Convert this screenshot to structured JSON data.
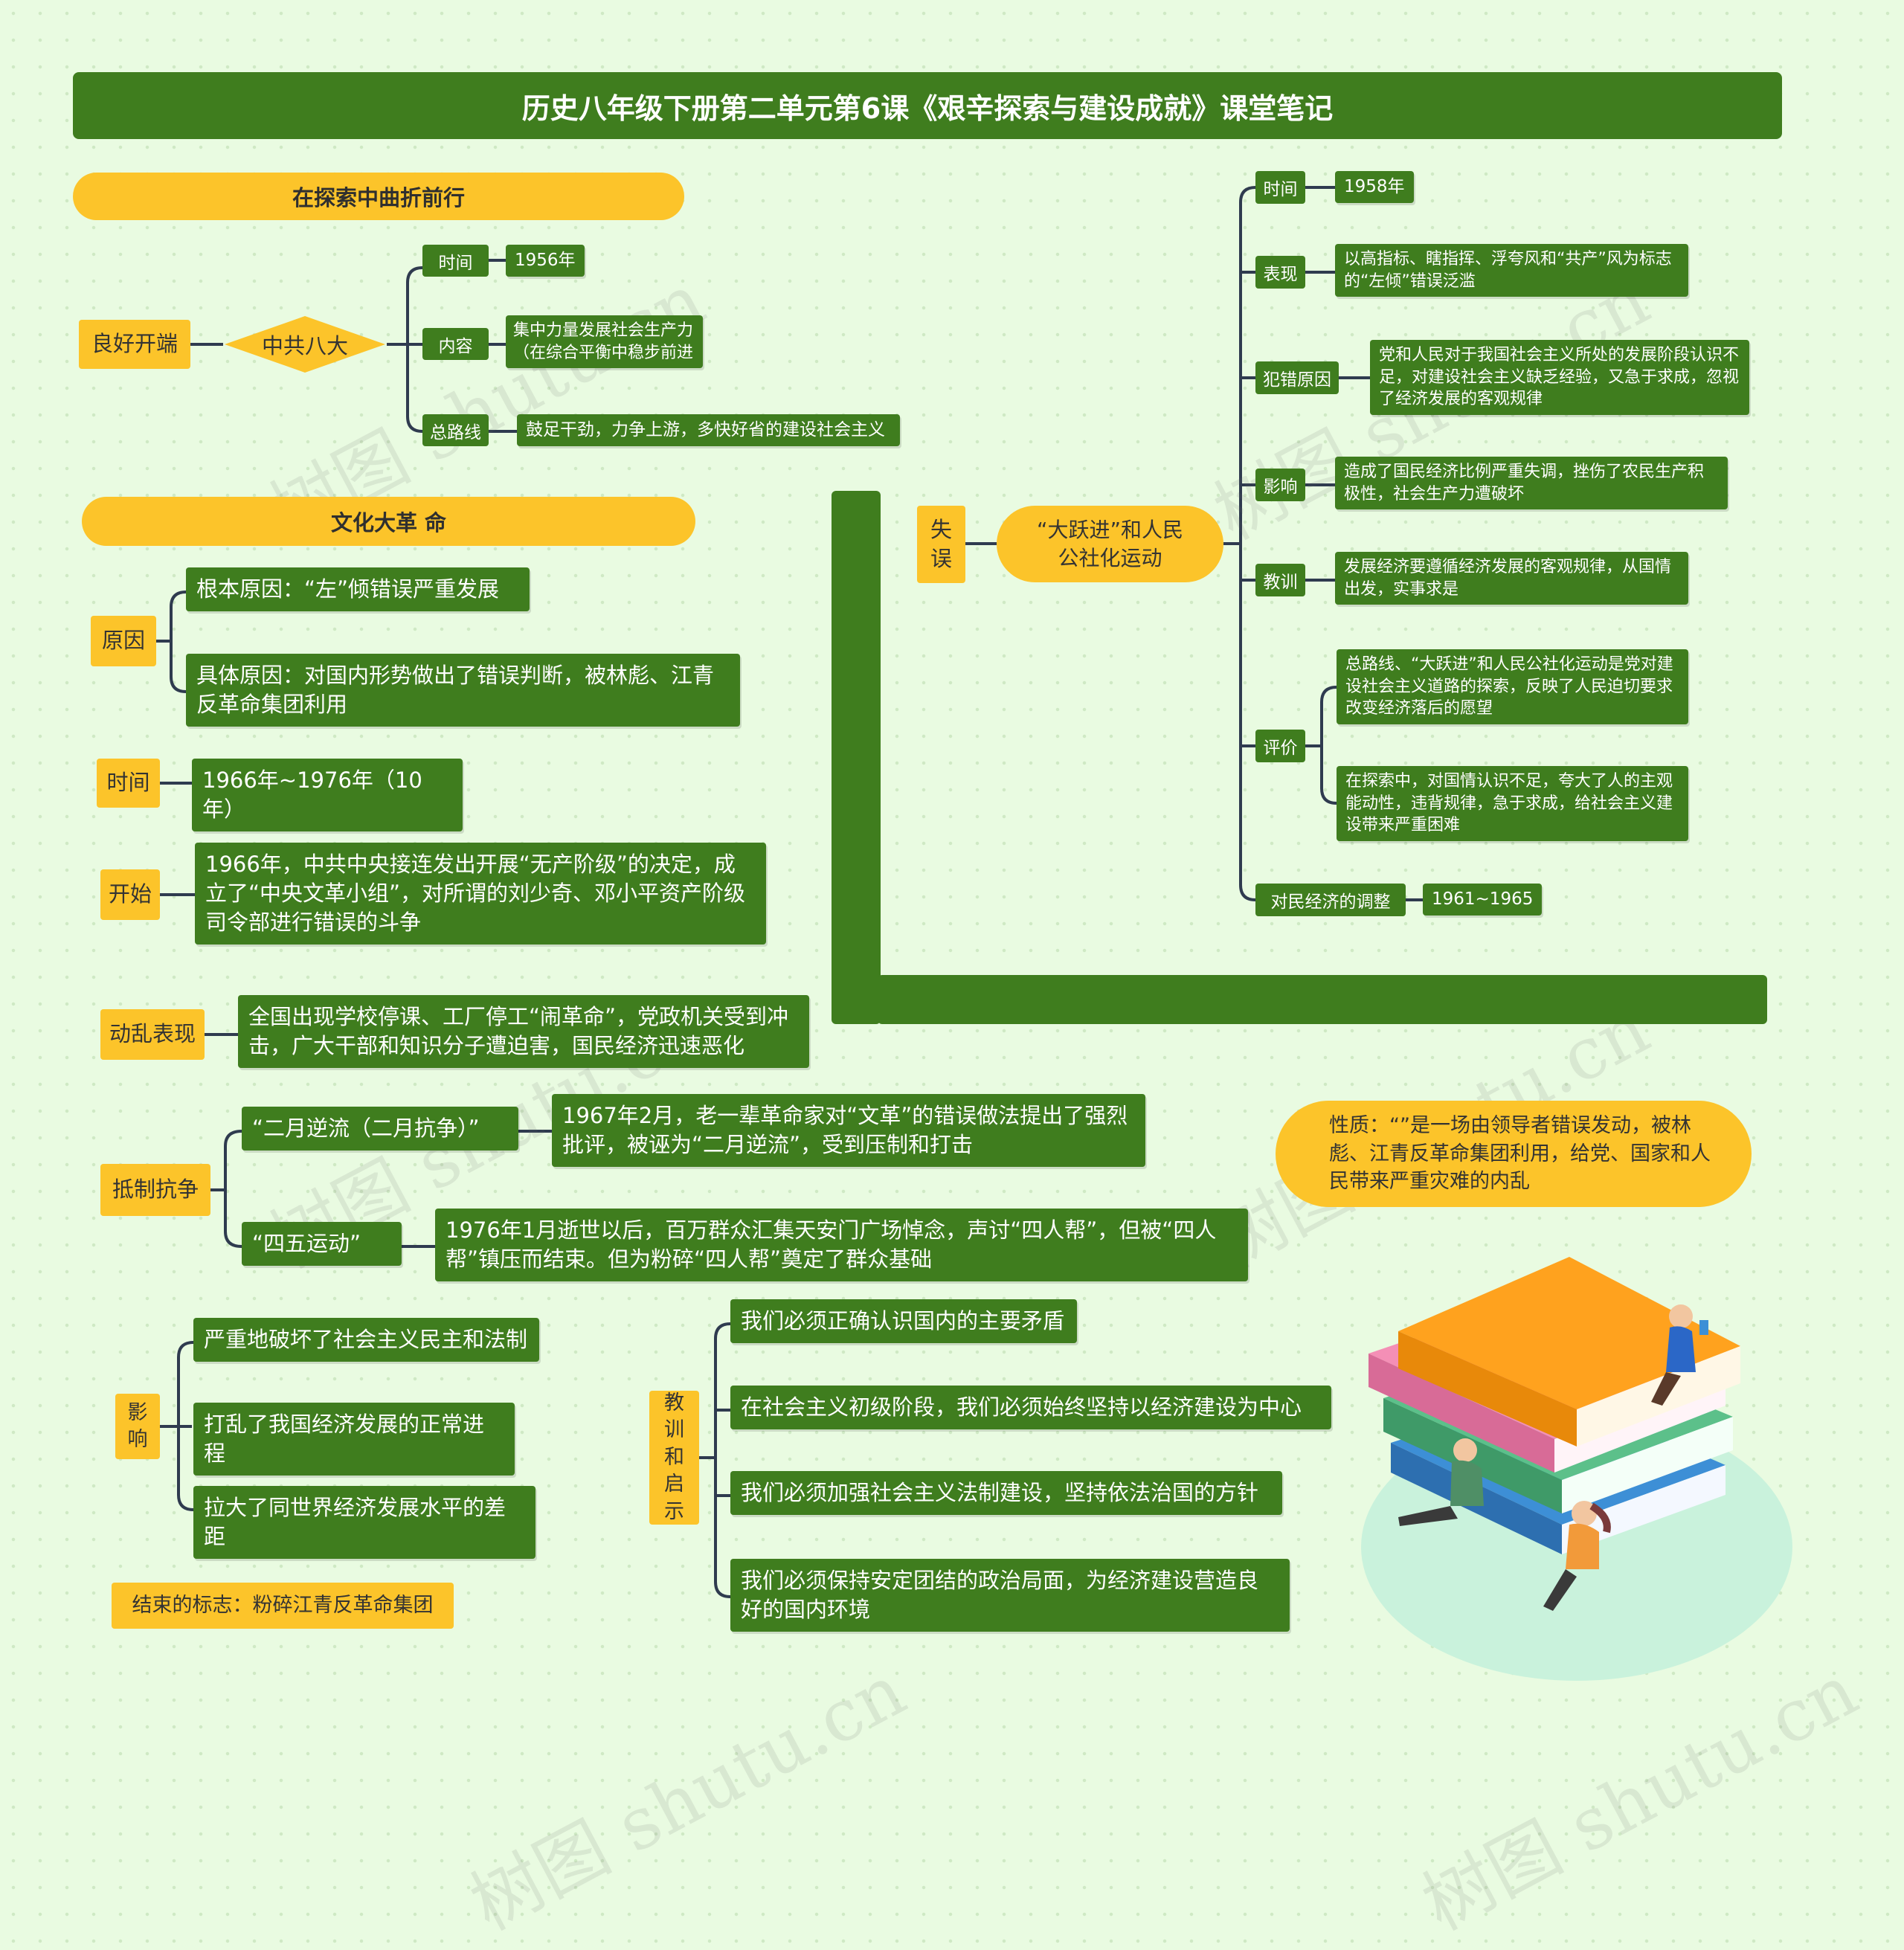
{
  "title": "历史八年级下册第二单元第6课《艰辛探索与建设成就》课堂笔记",
  "watermark": "树图 shutu.cn",
  "left": {
    "banner1": "在探索中曲折前行",
    "good_start": {
      "root": "良好开端",
      "node": "中共八大",
      "items": [
        {
          "label": "时间",
          "value": "1956年"
        },
        {
          "label": "内容",
          "value": "集中力量发展社会生产力（在综合平衡中稳步前进"
        },
        {
          "label": "总路线",
          "value": "鼓足干劲，力争上游，多快好省的建设社会主义"
        }
      ]
    },
    "banner2": "文化大革 命",
    "cause": {
      "label": "原因",
      "root": "根本原因：“左”倾错误严重发展",
      "specific": "具体原因：对国内形势做出了错误判断，被林彪、江青反革命集团利用"
    },
    "time": {
      "label": "时间",
      "value": "1966年~1976年（10年）"
    },
    "start": {
      "label": "开始",
      "value": "1966年，中共中央接连发出开展“无产阶级”的决定，成立了“中央文革小组”，对所谓的刘少奇、邓小平资产阶级司令部进行错误的斗争"
    },
    "chaos": {
      "label": "动乱表现",
      "value": "全国出现学校停课、工厂停工“闹革命”，党政机关受到冲击，广大干部和知识分子遭迫害，国民经济迅速恶化"
    },
    "resist": {
      "label": "抵制抗争",
      "items": [
        {
          "label": "“二月逆流（二月抗争）”",
          "value": "1967年2月，老一辈革命家对“文革”的错误做法提出了强烈批评，被诬为“二月逆流”，受到压制和打击"
        },
        {
          "label": "“四五运动”",
          "value": "1976年1月逝世以后，百万群众汇集天安门广场悼念，声讨“四人帮”，但被“四人帮”镇压而结束。但为粉碎“四人帮”奠定了群众基础"
        }
      ]
    },
    "impact": {
      "label": "影响",
      "items": [
        "严重地破坏了社会主义民主和法制",
        "打乱了我国经济发展的正常进程",
        "拉大了同世界经济发展水平的差距"
      ]
    },
    "end": "结束的标志：粉碎江青反革命集团"
  },
  "right": {
    "root": "失误",
    "node": "“大跃进”和人民公社化运动",
    "items": [
      {
        "label": "时间",
        "values": [
          "1958年"
        ]
      },
      {
        "label": "表现",
        "values": [
          "以高指标、瞎指挥、浮夸风和“共产”风为标志的“左倾”错误泛滥"
        ]
      },
      {
        "label": "犯错原因",
        "values": [
          "党和人民对于我国社会主义所处的发展阶段认识不足，对建设社会主义缺乏经验，又急于求成，忽视了经济发展的客观规律"
        ]
      },
      {
        "label": "影响",
        "values": [
          "造成了国民经济比例严重失调，挫伤了农民生产积极性，社会生产力遭破坏"
        ]
      },
      {
        "label": "教训",
        "values": [
          "发展经济要遵循经济发展的客观规律，从国情出发，实事求是"
        ]
      },
      {
        "label": "评价",
        "values": [
          "总路线、“大跃进”和人民公社化运动是党对建设社会主义道路的探索，反映了人民迫切要求改变经济落后的愿望",
          "在探索中，对国情认识不足，夸大了人的主观能动性，违背规律，急于求成，给社会主义建设带来严重困难"
        ]
      },
      {
        "label": "对民经济的调整",
        "values": [
          "1961~1965"
        ]
      }
    ]
  },
  "nature": "性质：“”是一场由领导者错误发动，被林彪、江青反革命集团利用，给党、国家和人民带来严重灾难的内乱",
  "lessons": {
    "label": "教训和启示",
    "items": [
      "我们必须正确认识国内的主要矛盾",
      "在社会主义初级阶段，我们必须始终坚持以经济建设为中心",
      "我们必须加强社会主义法制建设，坚持依法治国的方针",
      "我们必须保持安定团结的政治局面，为经济建设营造良好的国内环境"
    ]
  },
  "colors": {
    "green": "#3f7d1e",
    "yellow": "#fcc42a",
    "background": "#e9fbe1",
    "line": "#2f3b4f"
  }
}
